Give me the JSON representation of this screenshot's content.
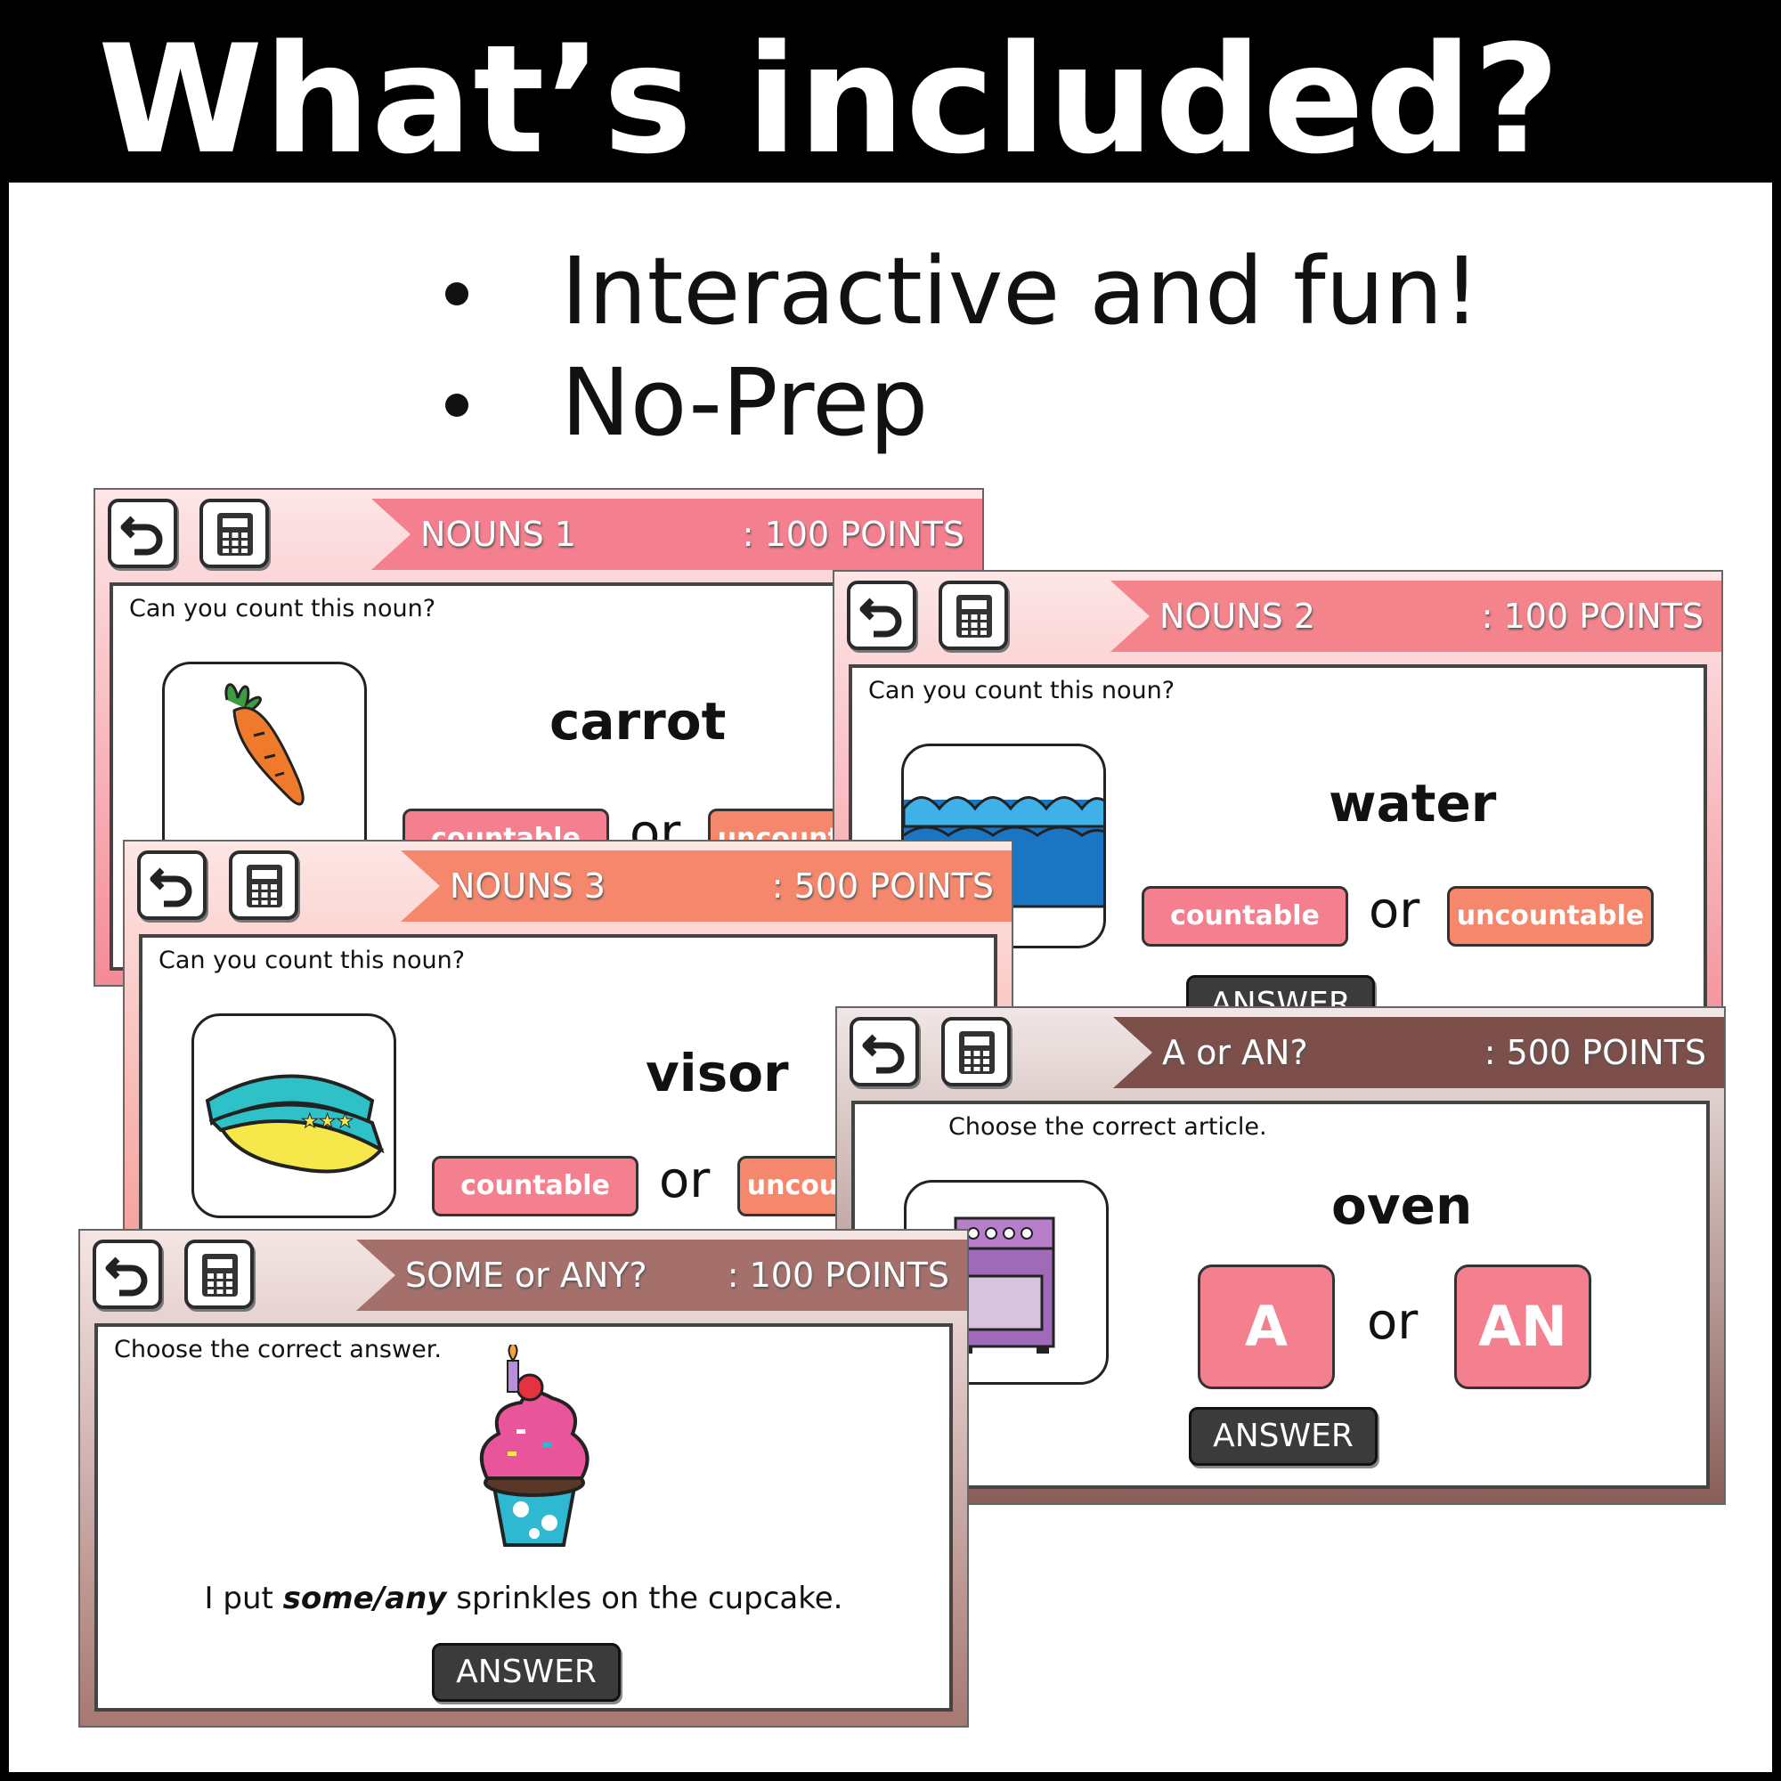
{
  "header": {
    "title": "What’s included?"
  },
  "bullets": [
    "Interactive and fun!",
    "No-Prep"
  ],
  "slides": {
    "nouns1": {
      "title": "NOUNS 1",
      "points": ": 100 POINTS",
      "question": "Can you count this noun?",
      "word": "carrot",
      "choice_a": "countable",
      "or": "or",
      "choice_b": "uncountable",
      "picture": "carrot-picture"
    },
    "nouns2": {
      "title": "NOUNS 2",
      "points": ": 100 POINTS",
      "question": "Can you count this noun?",
      "word": "water",
      "choice_a": "countable",
      "or": "or",
      "choice_b": "uncountable",
      "answer": "ANSWER",
      "picture": "water-picture"
    },
    "nouns3": {
      "title": "NOUNS 3",
      "points": ": 500 POINTS",
      "question": "Can you count this noun?",
      "word": "visor",
      "choice_a": "countable",
      "or": "or",
      "choice_b": "uncountable",
      "picture": "visor-picture"
    },
    "articles": {
      "title": "A or AN?",
      "points": ": 500 POINTS",
      "question": "Choose the correct article.",
      "word": "oven",
      "choice_a": "A",
      "or": "or",
      "choice_b": "AN",
      "answer": "ANSWER",
      "picture": "oven-picture"
    },
    "some_any": {
      "title": "SOME or ANY?",
      "points": ": 100 POINTS",
      "question": "Choose the correct answer.",
      "sentence_start": "I put ",
      "sentence_emph": "some/any",
      "sentence_end": " sprinkles on the cupcake.",
      "answer": "ANSWER",
      "picture": "cupcake-picture"
    }
  },
  "colors": {
    "pink": "#f47f8e",
    "coral": "#f5876d",
    "brown": "#7c4f4a",
    "pink_bg_top": "#fde4e4",
    "pink_bg_bottom": "#f48894"
  }
}
